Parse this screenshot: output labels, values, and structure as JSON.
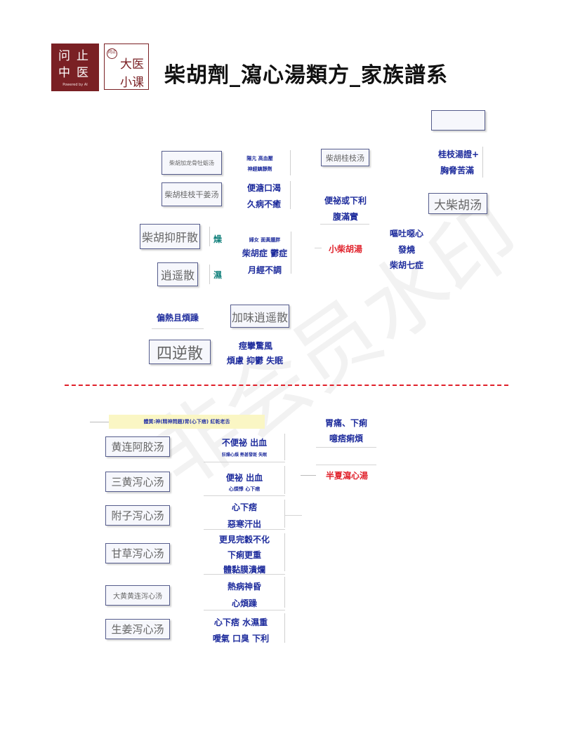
{
  "header": {
    "logo_chars": [
      "问",
      "止",
      "中",
      "医"
    ],
    "logo_powered": "Powered by AI",
    "logo2_circle": "问止",
    "logo2_line1": "大医",
    "logo2_line2": "小课",
    "title": "柴胡劑_瀉心湯類方_家族譜系"
  },
  "watermark": "非会员水印",
  "top_section": {
    "boxes": {
      "chaihu_longgu": "柴胡加龙骨牡蛎汤",
      "chaihu_guizhi_ganjiang": "柴胡桂枝干姜汤",
      "chaihu_yigan": "柴胡抑肝散",
      "xiaoyao": "逍遥散",
      "jiawei_xiaoyao": "加味逍遥散",
      "sini": "四逆散",
      "chaihu_guizhi": "柴胡桂枝汤",
      "da_chaihu": "大柴胡汤"
    },
    "labels": {
      "yangkang_1": "陽亢 高血壓",
      "yangkang_2": "神經鎮靜劑",
      "biantang": "便溏口渴",
      "jiubing": "久病不癒",
      "zao": "燥",
      "shi": "濕",
      "funu": "婦女 面黃腫胖",
      "chaihu_yuzheng": "柴胡症 鬱症",
      "yuejing": "月經不調",
      "pianre": "偏熱且煩躁",
      "jingluan": "痙攣驚風",
      "fanlv": "煩慮 抑鬱 失眠",
      "bianbi": "便祕或下利",
      "fuman": "腹滿實",
      "xiao_chaihu": "小柴胡湯",
      "outu": "嘔吐噁心",
      "fashao": "發燒",
      "chaihu_qizheng": "柴胡七症",
      "guizhi_1": "桂枝湯證+",
      "guizhi_2": "胸脅苦滿"
    }
  },
  "bottom_section": {
    "band": "體質:神(精神問題)胃(心下痞) 紅乾老舌",
    "boxes": {
      "huanglian_ejiao": "黄连阿胶汤",
      "sanhuang": "三黄泻心汤",
      "fuzi": "附子泻心汤",
      "gancao": "甘草泻心汤",
      "dahuang_huanglian": "大黄黄连泻心汤",
      "shengjiang": "生姜泻心汤"
    },
    "labels": {
      "bubianbi": "不便祕 出血",
      "kuangzao": "狂燥心煩 熱甚發斑 失眠",
      "bianbi_chuxue": "便祕 出血",
      "xinfan": "心煩悸 心下痞",
      "xinxiapi": "心下痞",
      "wuhan": "惡寒汗出",
      "genjian": "更見完穀不化",
      "xiali_gengzhong": "下痢更重",
      "tinianmo": "體黏膜潰爛",
      "rebing": "熱病神昏",
      "xinfanzao": "心煩躁",
      "xinxiapi_shuishi": "心下痞 水濕重",
      "aiqi": "噯氣 口臭 下利",
      "weitong": "胃痛、下痢",
      "aipi": "噫痞痢煩",
      "banxia": "半夏瀉心湯"
    }
  }
}
